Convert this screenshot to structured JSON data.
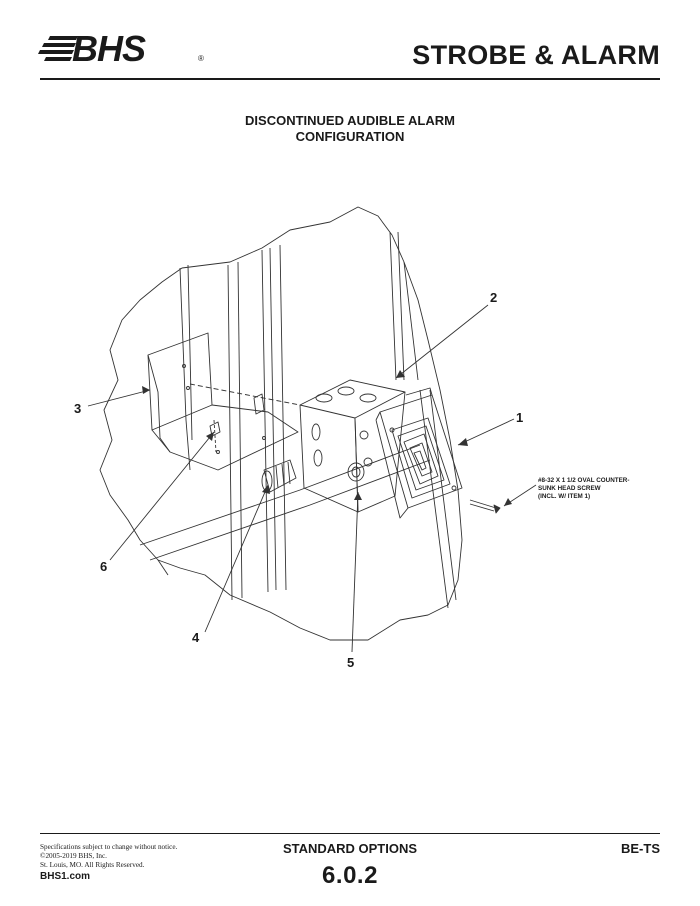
{
  "header": {
    "logo_text": "BHS",
    "logo_mark": "®",
    "title": "STROBE & ALARM"
  },
  "diagram": {
    "title_line1": "DISCONTINUED AUDIBLE ALARM",
    "title_line2": "CONFIGURATION",
    "callouts": [
      "1",
      "2",
      "3",
      "4",
      "5",
      "6"
    ],
    "note_lines": [
      "#8-32 X 1 1/2 OVAL COUNTER-",
      "SUNK HEAD SCREW",
      "(INCL. W/ ITEM 1)"
    ]
  },
  "footer": {
    "disclaimer_lines": [
      "Specifications subject to change without notice.",
      "©2005-2019 BHS, Inc.",
      "St. Louis, MO.  All Rights Reserved."
    ],
    "website": "BHS1.com",
    "section": "STANDARD OPTIONS",
    "page_number": "6.0.2",
    "doc_code": "BE-TS"
  }
}
